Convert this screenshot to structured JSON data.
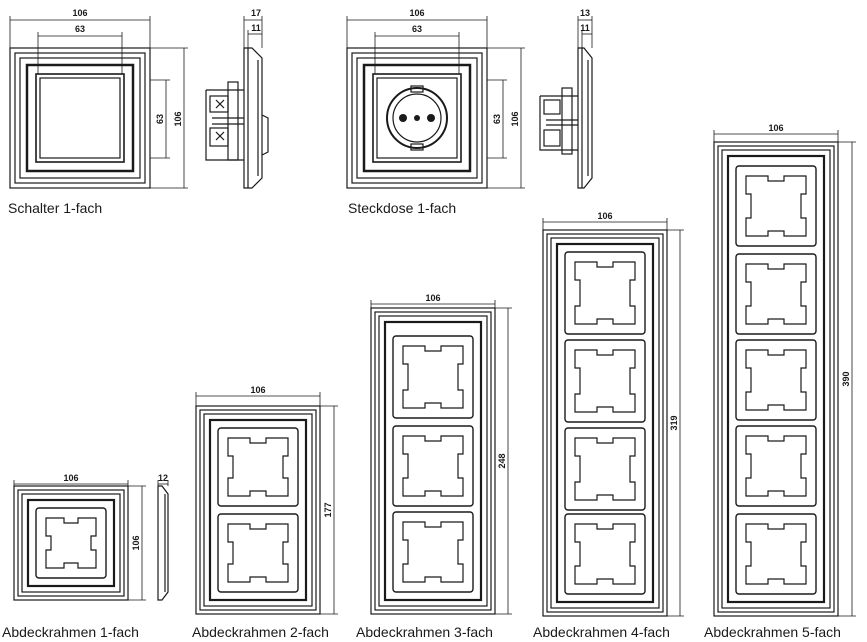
{
  "labels": {
    "schalter": "Schalter 1-fach",
    "steckdose": "Steckdose 1-fach",
    "rahmen1": "Abdeckrahmen 1-fach",
    "rahmen2": "Abdeckrahmen 2-fach",
    "rahmen3": "Abdeckrahmen 3-fach",
    "rahmen4": "Abdeckrahmen 4-fach",
    "rahmen5": "Abdeckrahmen 5-fach"
  },
  "dims": {
    "schalter_width": "106",
    "schalter_inner": "63",
    "schalter_inner_h": "63",
    "schalter_height": "106",
    "schalter_depth_total": "17",
    "schalter_depth": "11",
    "steckdose_width": "106",
    "steckdose_inner": "63",
    "steckdose_inner_h": "63",
    "steckdose_height": "106",
    "steckdose_depth_total": "13",
    "steckdose_depth": "11",
    "r1_width": "106",
    "r1_height": "106",
    "r1_depth": "12",
    "r2_width": "106",
    "r2_height": "177",
    "r3_width": "106",
    "r3_height": "248",
    "r4_width": "106",
    "r4_height": "319",
    "r5_width": "106",
    "r5_height": "390"
  },
  "colors": {
    "line": "#1a1a1a",
    "background": "#ffffff"
  }
}
